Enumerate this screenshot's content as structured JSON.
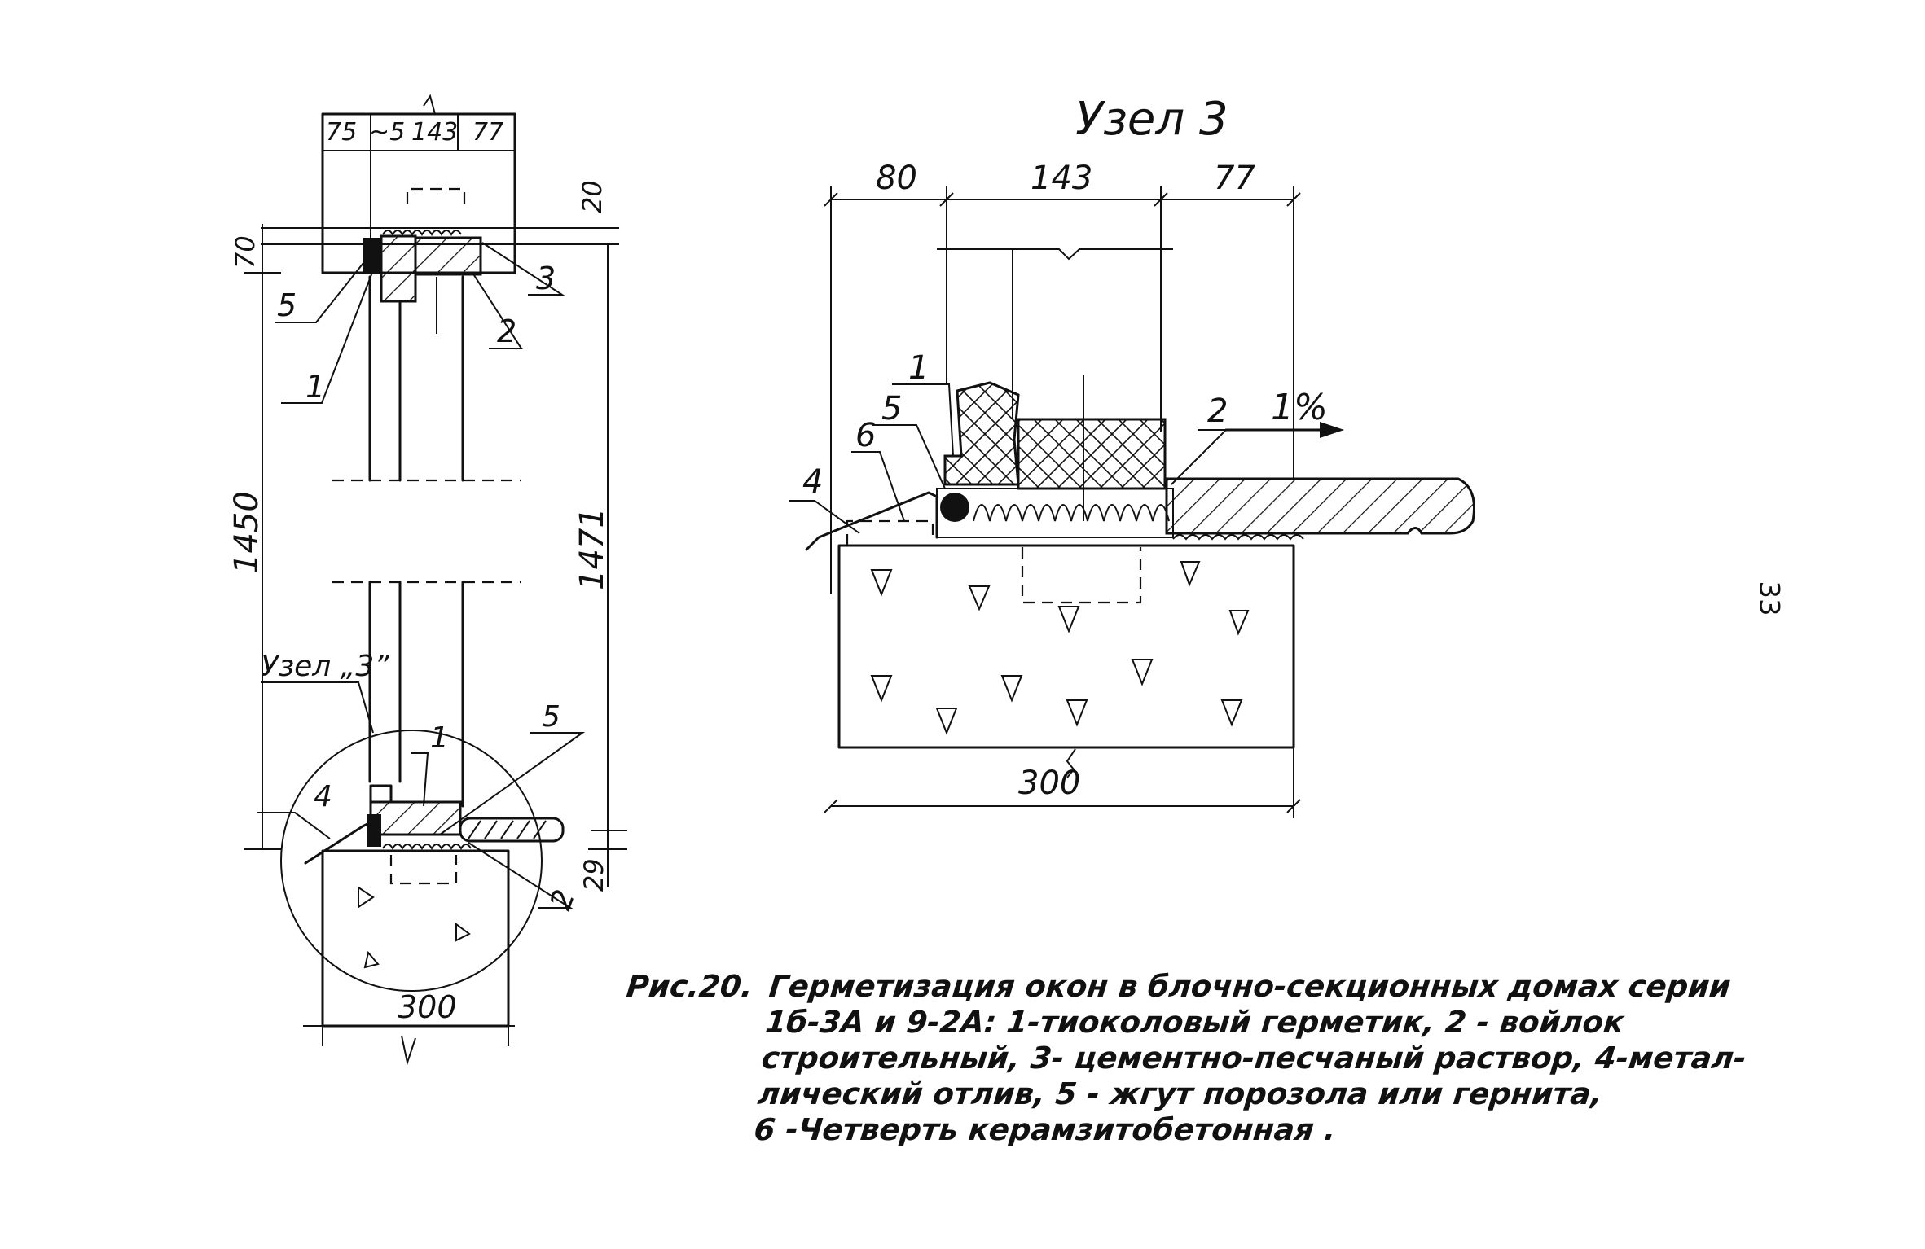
{
  "node_title": "Узел 3",
  "page_number": "33",
  "left_section": {
    "top_dims": [
      "75",
      "~5",
      "143",
      "77"
    ],
    "dim_20": "20",
    "dim_70": "70",
    "dim_1450": "1450",
    "dim_1471": "1471",
    "dim_29": "29",
    "dim_300": "300",
    "node_ref": "Узел „3”",
    "callouts_top": [
      "5",
      "1",
      "2",
      "3"
    ],
    "callouts_bottom": [
      "4",
      "1",
      "5",
      "2"
    ]
  },
  "detail": {
    "dims_top": [
      "80",
      "143",
      "77"
    ],
    "dim_bottom": "300",
    "slope": "1%",
    "callouts": [
      "1",
      "5",
      "6",
      "4",
      "2"
    ]
  },
  "caption": {
    "label": "Рис.20.",
    "lines": [
      "Герметизация окон в блочно-секционных домах серии",
      "1б-3А и 9-2А: 1-тиоколовый герметик, 2 - войлок",
      "строительный, 3- цементно-песчаный раствор, 4-метал-",
      "лический отлив, 5 - жгут порозола или гернита,",
      "6 -Четверть керамзитобетонная ."
    ]
  },
  "colors": {
    "ink": "#111111",
    "paper": "#ffffff"
  }
}
